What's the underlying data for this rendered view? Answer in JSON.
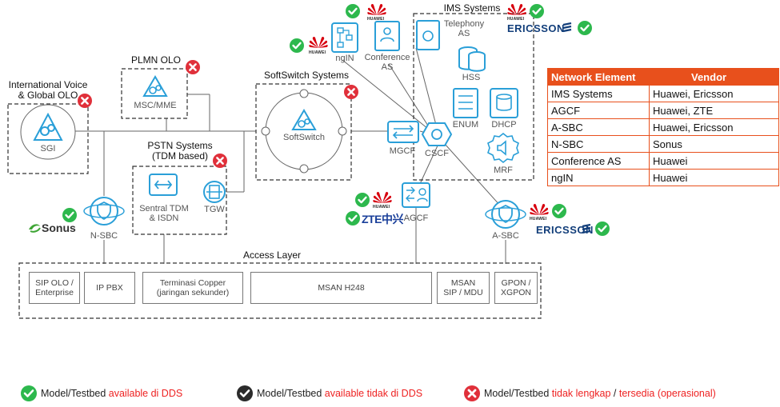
{
  "nodes": {
    "sgi": {
      "title": "International Voice\n& Global OLO",
      "label": "SGI"
    },
    "plmn": {
      "title": "PLMN OLO",
      "label": "MSC/MME"
    },
    "softswitch": {
      "title": "SoftSwitch Systems",
      "label": "SoftSwitch"
    },
    "pstn": {
      "title": "PSTN Systems\n(TDM based)",
      "tdm_label": "Sentral TDM\n& ISDN",
      "tgw_label": "TGW"
    },
    "ims": {
      "title": "IMS Systems",
      "telephony": "Telephony\nAS",
      "hss": "HSS",
      "enum": "ENUM",
      "dhcp": "DHCP",
      "mrf": "MRF",
      "cscf": "CSCF"
    },
    "mgcf": "MGCF",
    "ngin": "ngIN",
    "conference": "Conference\nAS",
    "agcf": "AGCF",
    "nsbc": "N-SBC",
    "asbc": "A-SBC"
  },
  "access_layer": {
    "title": "Access Layer",
    "items": [
      "SIP OLO /\nEnterprise",
      "IP PBX",
      "Terminasi Copper\n(jaringan sekunder)",
      "MSAN H248",
      "MSAN\nSIP / MDU",
      "GPON /\nXGPON"
    ]
  },
  "vendors": {
    "huawei": "HUAWEI",
    "ericsson": "ERICSSON",
    "sonus": "Sonus",
    "zte": "ZTE中兴"
  },
  "table": {
    "headers": [
      "Network Element",
      "Vendor"
    ],
    "rows": [
      [
        "IMS Systems",
        "Huawei, Ericsson"
      ],
      [
        "AGCF",
        "Huawei, ZTE"
      ],
      [
        "A-SBC",
        "Huawei, Ericsson"
      ],
      [
        "N-SBC",
        "Sonus"
      ],
      [
        "Conference AS",
        "Huawei"
      ],
      [
        "ngIN",
        "Huawei"
      ]
    ]
  },
  "legend": {
    "item1_prefix": "Model/Testbed ",
    "item1_red": "available di DDS",
    "item2_prefix": "Model/Testbed ",
    "item2_red": "available tidak di DDS",
    "item3_prefix": "Model/Testbed ",
    "item3_red1": "tidak lengkap",
    "item3_sep": " / ",
    "item3_red2": "tersedia (operasional)"
  },
  "colors": {
    "icon_blue": "#2a9fd8",
    "check_green": "#2db84d",
    "cross_red": "#e0303a",
    "table_orange": "#e8501c",
    "huawei_red": "#d7000f"
  }
}
